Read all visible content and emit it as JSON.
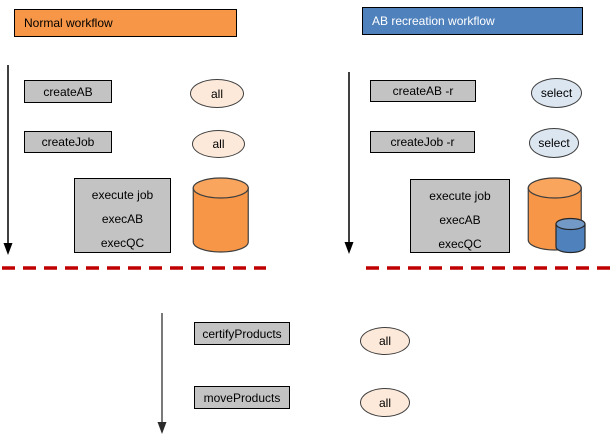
{
  "headers": {
    "normal": "Normal workflow",
    "recreation": "AB recreation workflow"
  },
  "normal_column": {
    "create_ab_label": "createAB",
    "create_ab_scope": "all",
    "create_job_label": "createJob",
    "create_job_scope": "all",
    "execute_box": {
      "title": "execute job",
      "step1": "execAB",
      "step2": "execQC"
    }
  },
  "recreation_column": {
    "create_ab_label": "createAB -r",
    "create_ab_scope": "select",
    "create_job_label": "createJob -r",
    "create_job_scope": "select",
    "execute_box": {
      "title": "execute job",
      "step1": "execAB",
      "step2": "execQC"
    }
  },
  "post_section": {
    "certify_label": "certifyProducts",
    "certify_scope": "all",
    "move_label": "moveProducts",
    "move_scope": "all"
  },
  "colors": {
    "workflow_orange": "#F79646",
    "cylinder_orange_top": "#F9A55E",
    "workflow_blue": "#4F81BD",
    "cylinder_blue_top": "#7399C6",
    "box_gray": "#C3C3C3",
    "scope_peach": "#FDE9D9",
    "scope_light_blue": "#DCE6F1",
    "separator_red": "#C00000"
  }
}
